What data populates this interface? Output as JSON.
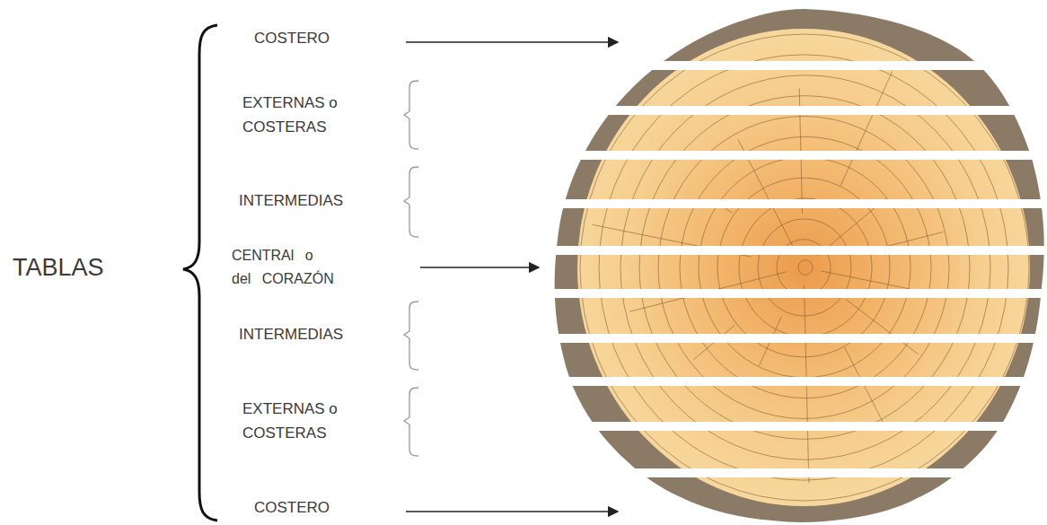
{
  "diagram": {
    "labels": [
      "TABLAS",
      "COSTERO",
      "EXTERNAS o COSTERAS",
      "INTERMEDIAS",
      "CENTRAl o del CORAZÓN",
      "INTERMEDIAS",
      "EXTERNAS o COSTERAS",
      "COSTERO"
    ]
  }
}
